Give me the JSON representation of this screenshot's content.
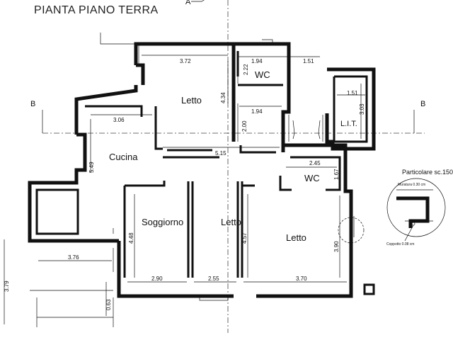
{
  "title": "PIANTA PIANO TERRA",
  "section_marks": {
    "left": "B",
    "right": "B",
    "top": "A"
  },
  "rooms": {
    "letto_top": "Letto",
    "wc_top": "WC",
    "lit": "L.I.T.",
    "cucina": "Cucina",
    "wc_mid": "WC",
    "soggiorno": "Soggiorno",
    "letto_mid": "Letto",
    "letto_right": "Letto"
  },
  "dimensions": {
    "d_372": "3.72",
    "d_194a": "1.94",
    "d_151a": "1.51",
    "d_222": "2.22",
    "d_434": "4.34",
    "d_151b": "1.51",
    "d_303": "3.03",
    "d_194b": "1.94",
    "d_306": "3.06",
    "d_200": "2.00",
    "d_549": "5.49",
    "d_515": "5.15",
    "d_245": "2.45",
    "d_167": "1.67",
    "d_448": "4.48",
    "d_457": "4.57",
    "d_390": "3.90",
    "d_376": "3.76",
    "d_290": "2.90",
    "d_255": "2.55",
    "d_370": "3.70",
    "d_379": "3.79",
    "d_063": "0.63"
  },
  "detail": {
    "title": "Particolare sc.150",
    "label_muratura": "Muratura 0.30 cm",
    "label_coppotto": "Coppotto 0.08 cm"
  }
}
